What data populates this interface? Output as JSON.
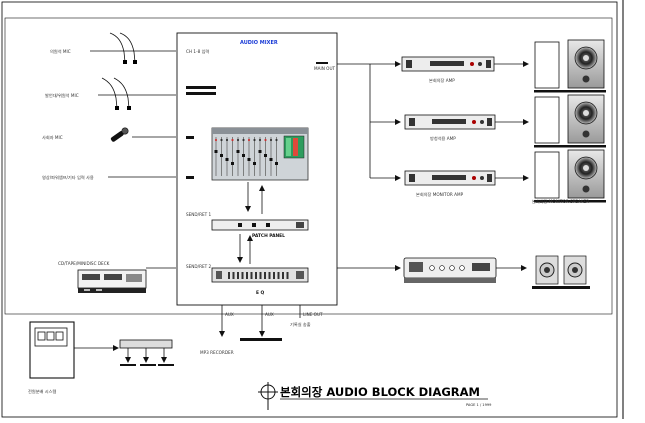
{
  "title": {
    "main": "본회의장 AUDIO BLOCK DIAGRAM",
    "sub": "PAGE 1 / 1999"
  },
  "mixer": {
    "title": "AUDIO MIXER",
    "label_top": "CH 1-8 입력",
    "label_main_out": "MAIN OUT",
    "label_send1": "SEND/RET 1",
    "label_send2": "SEND/RET 2",
    "label_patch": "PATCH PANEL",
    "label_eq": "E Q"
  },
  "inputs": {
    "mic1": "의원석 MIC",
    "mic2": "발언대/위원석 MIC",
    "mic3": "사회자 MIC",
    "line": "영상/파워앰프/기타 입력 사용",
    "deck": "CD/TAPE/MINIDISC DECK"
  },
  "amps": {
    "amp1": "본회의장 AMP",
    "amp2": "방청석용 AMP",
    "amp3": "본회의장 MONITOR AMP",
    "monitor_speaker": "본회의장 MONITOR SPEAKER"
  },
  "outputs": {
    "out1": "AUX",
    "out2": "AUX",
    "out3": "LINE OUT",
    "out3_sub": "기록실 송출",
    "recorder": "MP3 RECORDER",
    "power": "전원분배 시스템"
  }
}
